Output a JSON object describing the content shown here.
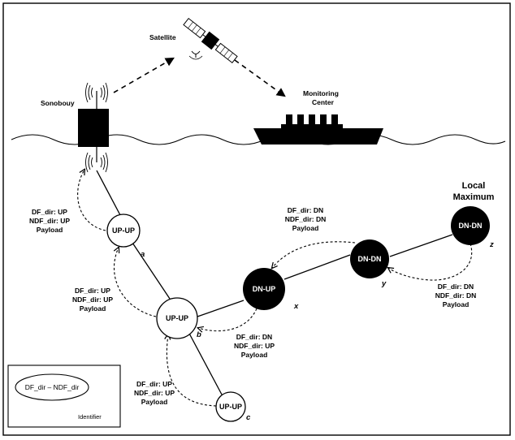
{
  "labels": {
    "satellite": "Satellite",
    "sonobuoy": "Sonobouy",
    "monitoring_line1": "Monitoring",
    "monitoring_line2": "Center",
    "local_max_line1": "Local",
    "local_max_line2": "Maximum"
  },
  "nodes": [
    {
      "id": "a",
      "label": "UP-UP",
      "letter": "a",
      "filled": false
    },
    {
      "id": "b",
      "label": "UP-UP",
      "letter": "b",
      "filled": false
    },
    {
      "id": "c",
      "label": "UP-UP",
      "letter": "c",
      "filled": false
    },
    {
      "id": "x",
      "label": "DN-UP",
      "letter": "x",
      "filled": true
    },
    {
      "id": "y",
      "label": "DN-DN",
      "letter": "y",
      "filled": true
    },
    {
      "id": "z",
      "label": "DN-DN",
      "letter": "z",
      "filled": true
    }
  ],
  "packets": {
    "a_to_buoy": [
      "DF_dir: UP",
      "NDF_dir: UP",
      "Payload"
    ],
    "b_to_a": [
      "DF_dir: UP",
      "NDF_dir: UP",
      "Payload"
    ],
    "c_to_b": [
      "DF_dir: UP",
      "NDF_dir: UP",
      "Payload"
    ],
    "x_to_b": [
      "DF_dir: DN",
      "NDF_dir: UP",
      "Payload"
    ],
    "y_to_x": [
      "DF_dir: DN",
      "NDF_dir: DN",
      "Payload"
    ],
    "z_to_y": [
      "DF_dir: DN",
      "NDF_dir: DN",
      "Payload"
    ]
  },
  "legend": {
    "ellipse_text": "DF_dir – NDF_dir",
    "caption": "Identifier"
  },
  "colors": {
    "filled_node": "#000000",
    "empty_node": "#ffffff",
    "stroke": "#000000"
  }
}
